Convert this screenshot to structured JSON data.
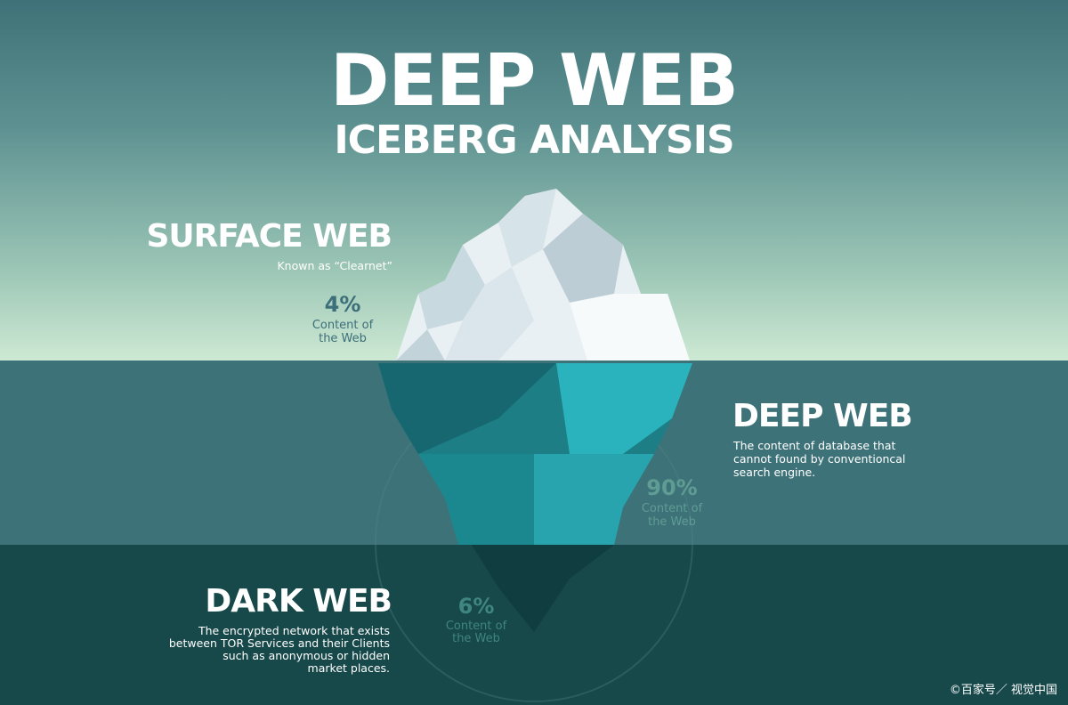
{
  "title": {
    "line1": "DEEP WEB",
    "line2": "ICEBERG ANALYSIS"
  },
  "surface": {
    "heading": "SURFACE WEB",
    "subtitle": "Known as  “Clearnet”",
    "percent": "4%",
    "label1": "Content of",
    "label2": "the Web"
  },
  "deep": {
    "heading": "DEEP WEB",
    "desc1": "The content of database that",
    "desc2": "cannot found by conventioncal",
    "desc3": "search engine.",
    "percent": "90%",
    "label1": "Content of",
    "label2": "the Web"
  },
  "dark": {
    "heading": "DARK WEB",
    "desc1": "The  encrypted network that exists",
    "desc2": "between TOR Services and their Clients",
    "desc3": "such as  anonymous or hidden",
    "desc4": "market places.",
    "percent": "6%",
    "label1": "Content of",
    "label2": "the Web"
  },
  "watermark": "©百家号／ 视觉中国",
  "colors": {
    "sky_top": "#3e7278",
    "sky_bottom": "#cde9d3",
    "water": "#3e7279",
    "deep_water": "#17484a",
    "accent_teal": "#2fb8c0"
  }
}
